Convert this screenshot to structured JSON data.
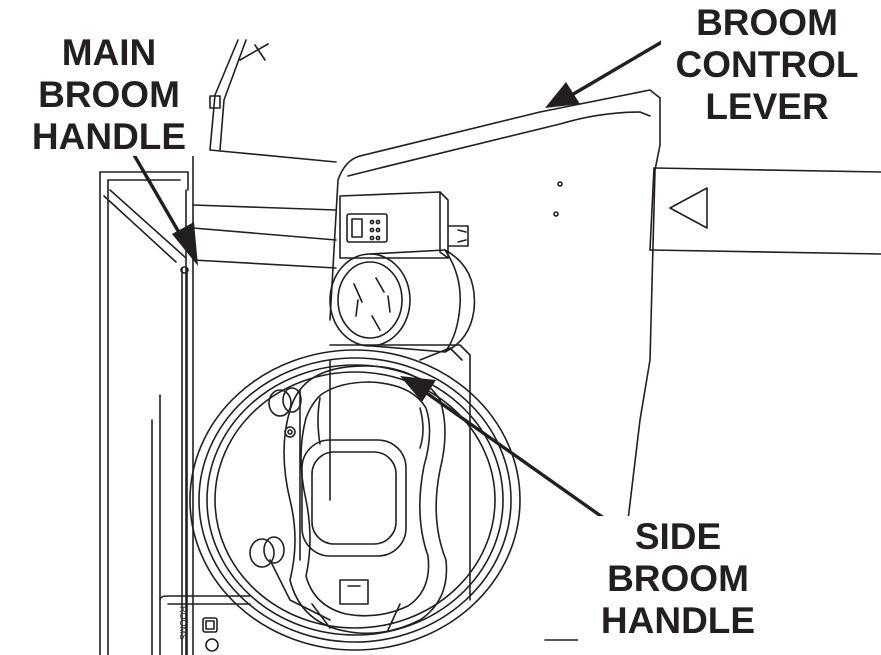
{
  "colors": {
    "ink": "#231f20",
    "background": "#ffffff"
  },
  "labels": {
    "main_broom_handle": [
      "MAIN",
      "BROOM",
      "HANDLE"
    ],
    "broom_control_lever": [
      "BROOM",
      "CONTROL",
      "LEVER"
    ],
    "side_broom_handle": [
      "SIDE",
      "BROOM",
      "HANDLE"
    ]
  },
  "panel": {
    "label_text": "ROOMS"
  },
  "icons": [
    "triangle-arrow-icon",
    "motor-icon",
    "switch-icon",
    "wheel-icon"
  ]
}
